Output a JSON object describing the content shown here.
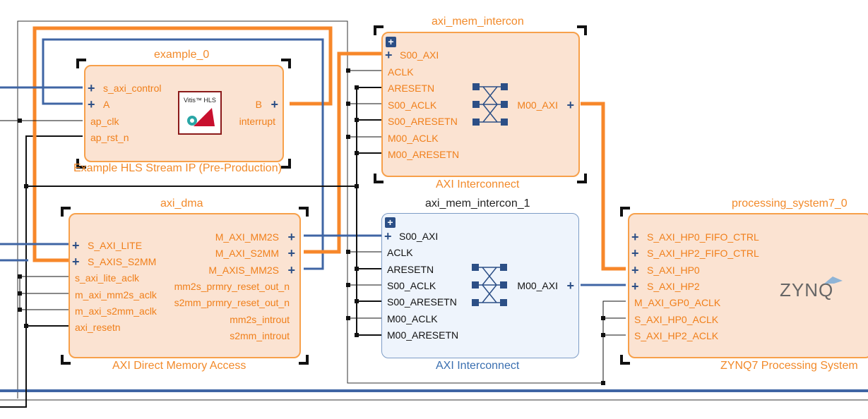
{
  "blocks": {
    "example_0": {
      "instance_name": "example_0",
      "description": "Example HLS Stream IP (Pre-Production)",
      "left_pins": [
        "s_axi_control",
        "A",
        "ap_clk",
        "ap_rst_n"
      ],
      "right_pins": [
        "B",
        "interrupt"
      ],
      "logo_text": "Vitis™ HLS"
    },
    "axi_dma": {
      "instance_name": "axi_dma",
      "description": "AXI Direct Memory Access",
      "left_pins": [
        "S_AXI_LITE",
        "S_AXIS_S2MM",
        "s_axi_lite_aclk",
        "m_axi_mm2s_aclk",
        "m_axi_s2mm_aclk",
        "axi_resetn"
      ],
      "right_pins": [
        "M_AXI_MM2S",
        "M_AXI_S2MM",
        "M_AXIS_MM2S",
        "mm2s_prmry_reset_out_n",
        "s2mm_prmry_reset_out_n",
        "mm2s_introut",
        "s2mm_introut"
      ]
    },
    "axi_mem_intercon": {
      "instance_name": "axi_mem_intercon",
      "description": "AXI Interconnect",
      "left_pins": [
        "S00_AXI",
        "ACLK",
        "ARESETN",
        "S00_ACLK",
        "S00_ARESETN",
        "M00_ACLK",
        "M00_ARESETN"
      ],
      "right_pins": [
        "M00_AXI"
      ]
    },
    "axi_mem_intercon_1": {
      "instance_name": "axi_mem_intercon_1",
      "description": "AXI Interconnect",
      "left_pins": [
        "S00_AXI",
        "ACLK",
        "ARESETN",
        "S00_ACLK",
        "S00_ARESETN",
        "M00_ACLK",
        "M00_ARESETN"
      ],
      "right_pins": [
        "M00_AXI"
      ]
    },
    "processing_system7_0": {
      "instance_name": "processing_system7_0",
      "description": "ZYNQ7 Processing System",
      "left_pins": [
        "S_AXI_HP0_FIFO_CTRL",
        "S_AXI_HP2_FIFO_CTRL",
        "S_AXI_HP0",
        "S_AXI_HP2",
        "M_AXI_GP0_ACLK",
        "S_AXI_HP0_ACLK",
        "S_AXI_HP2_ACLK"
      ],
      "logo_text": "ZYNQ"
    }
  },
  "colors": {
    "block_orange_fill": "#fbe3d2",
    "block_orange_border": "#f7a04a",
    "block_blue_fill": "#eef4fc",
    "wire_orange": "#f7872a",
    "wire_blue": "#3f65a4",
    "wire_black": "#111111"
  }
}
